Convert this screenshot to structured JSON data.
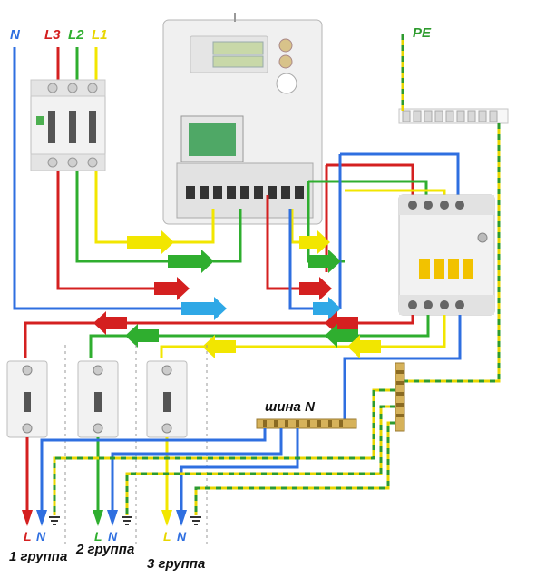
{
  "colors": {
    "N": "#2f6fe0",
    "L1": "#f2e600",
    "L2": "#2fae2f",
    "L3": "#d42020",
    "PE_green": "#2e9b2e",
    "PE_yellow": "#e8d600",
    "meter_body": "#f0f0f0",
    "breaker_body": "#f2f2f2",
    "brass": "#d6b25a"
  },
  "supply_labels": {
    "n": "N",
    "l3": "L3",
    "l2": "L2",
    "l1": "L1"
  },
  "pe_label": "PE",
  "bus_n_label": "шина N",
  "groups": [
    {
      "label": "1 группа",
      "l": "L",
      "n": "N",
      "line_color": "#d42020"
    },
    {
      "label": "2 группа",
      "l": "L",
      "n": "N",
      "line_color": "#2fae2f"
    },
    {
      "label": "3 группа",
      "l": "L",
      "n": "N",
      "line_color": "#f2e600"
    }
  ]
}
